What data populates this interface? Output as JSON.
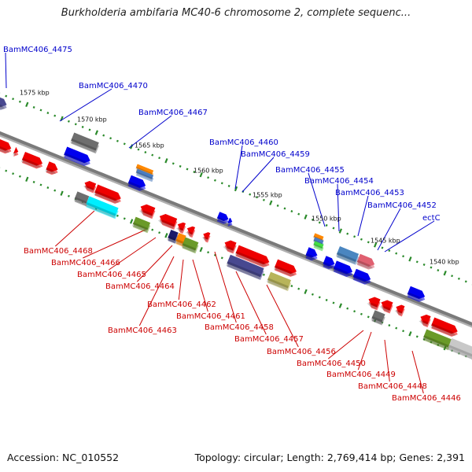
{
  "title": "Burkholderia ambifaria MC40-6 chromosome 2, complete sequenc...",
  "footer": {
    "accession_label": "Accession:",
    "accession": "NC_010552",
    "topology_label": "Topology:",
    "topology": "circular;",
    "length_label": "Length:",
    "length": "2,769,414 bp;",
    "genes_label": "Genes:",
    "genes": "2,391"
  },
  "colors": {
    "forward_label": "#0000cc",
    "reverse_label": "#cc0000",
    "backbone": "#808080",
    "tick": "#2a8a2a",
    "forward_gene": "#0000ee",
    "reverse_gene": "#ee0000"
  },
  "scale_labels": [
    "1575 kbp",
    "1570 kbp",
    "1565 kbp",
    "1560 kbp",
    "1555 kbp",
    "1550 kbp",
    "1545 kbp",
    "1540 kbp"
  ],
  "forward_gene_labels": [
    "BamMC406_4475",
    "BamMC406_4470",
    "BamMC406_4467",
    "BamMC406_4460",
    "BamMC406_4459",
    "BamMC406_4455",
    "BamMC406_4454",
    "BamMC406_4453",
    "BamMC406_4452",
    "ectC"
  ],
  "reverse_gene_labels": [
    "BamMC406_4468",
    "BamMC406_4466",
    "BamMC406_4465",
    "BamMC406_4464",
    "BamMC406_4462",
    "BamMC406_4463",
    "BamMC406_4461",
    "BamMC406_4458",
    "BamMC406_4457",
    "BamMC406_4456",
    "BamMC406_4450",
    "BamMC406_4449",
    "BamMC406_4448",
    "BamMC406_4446"
  ]
}
